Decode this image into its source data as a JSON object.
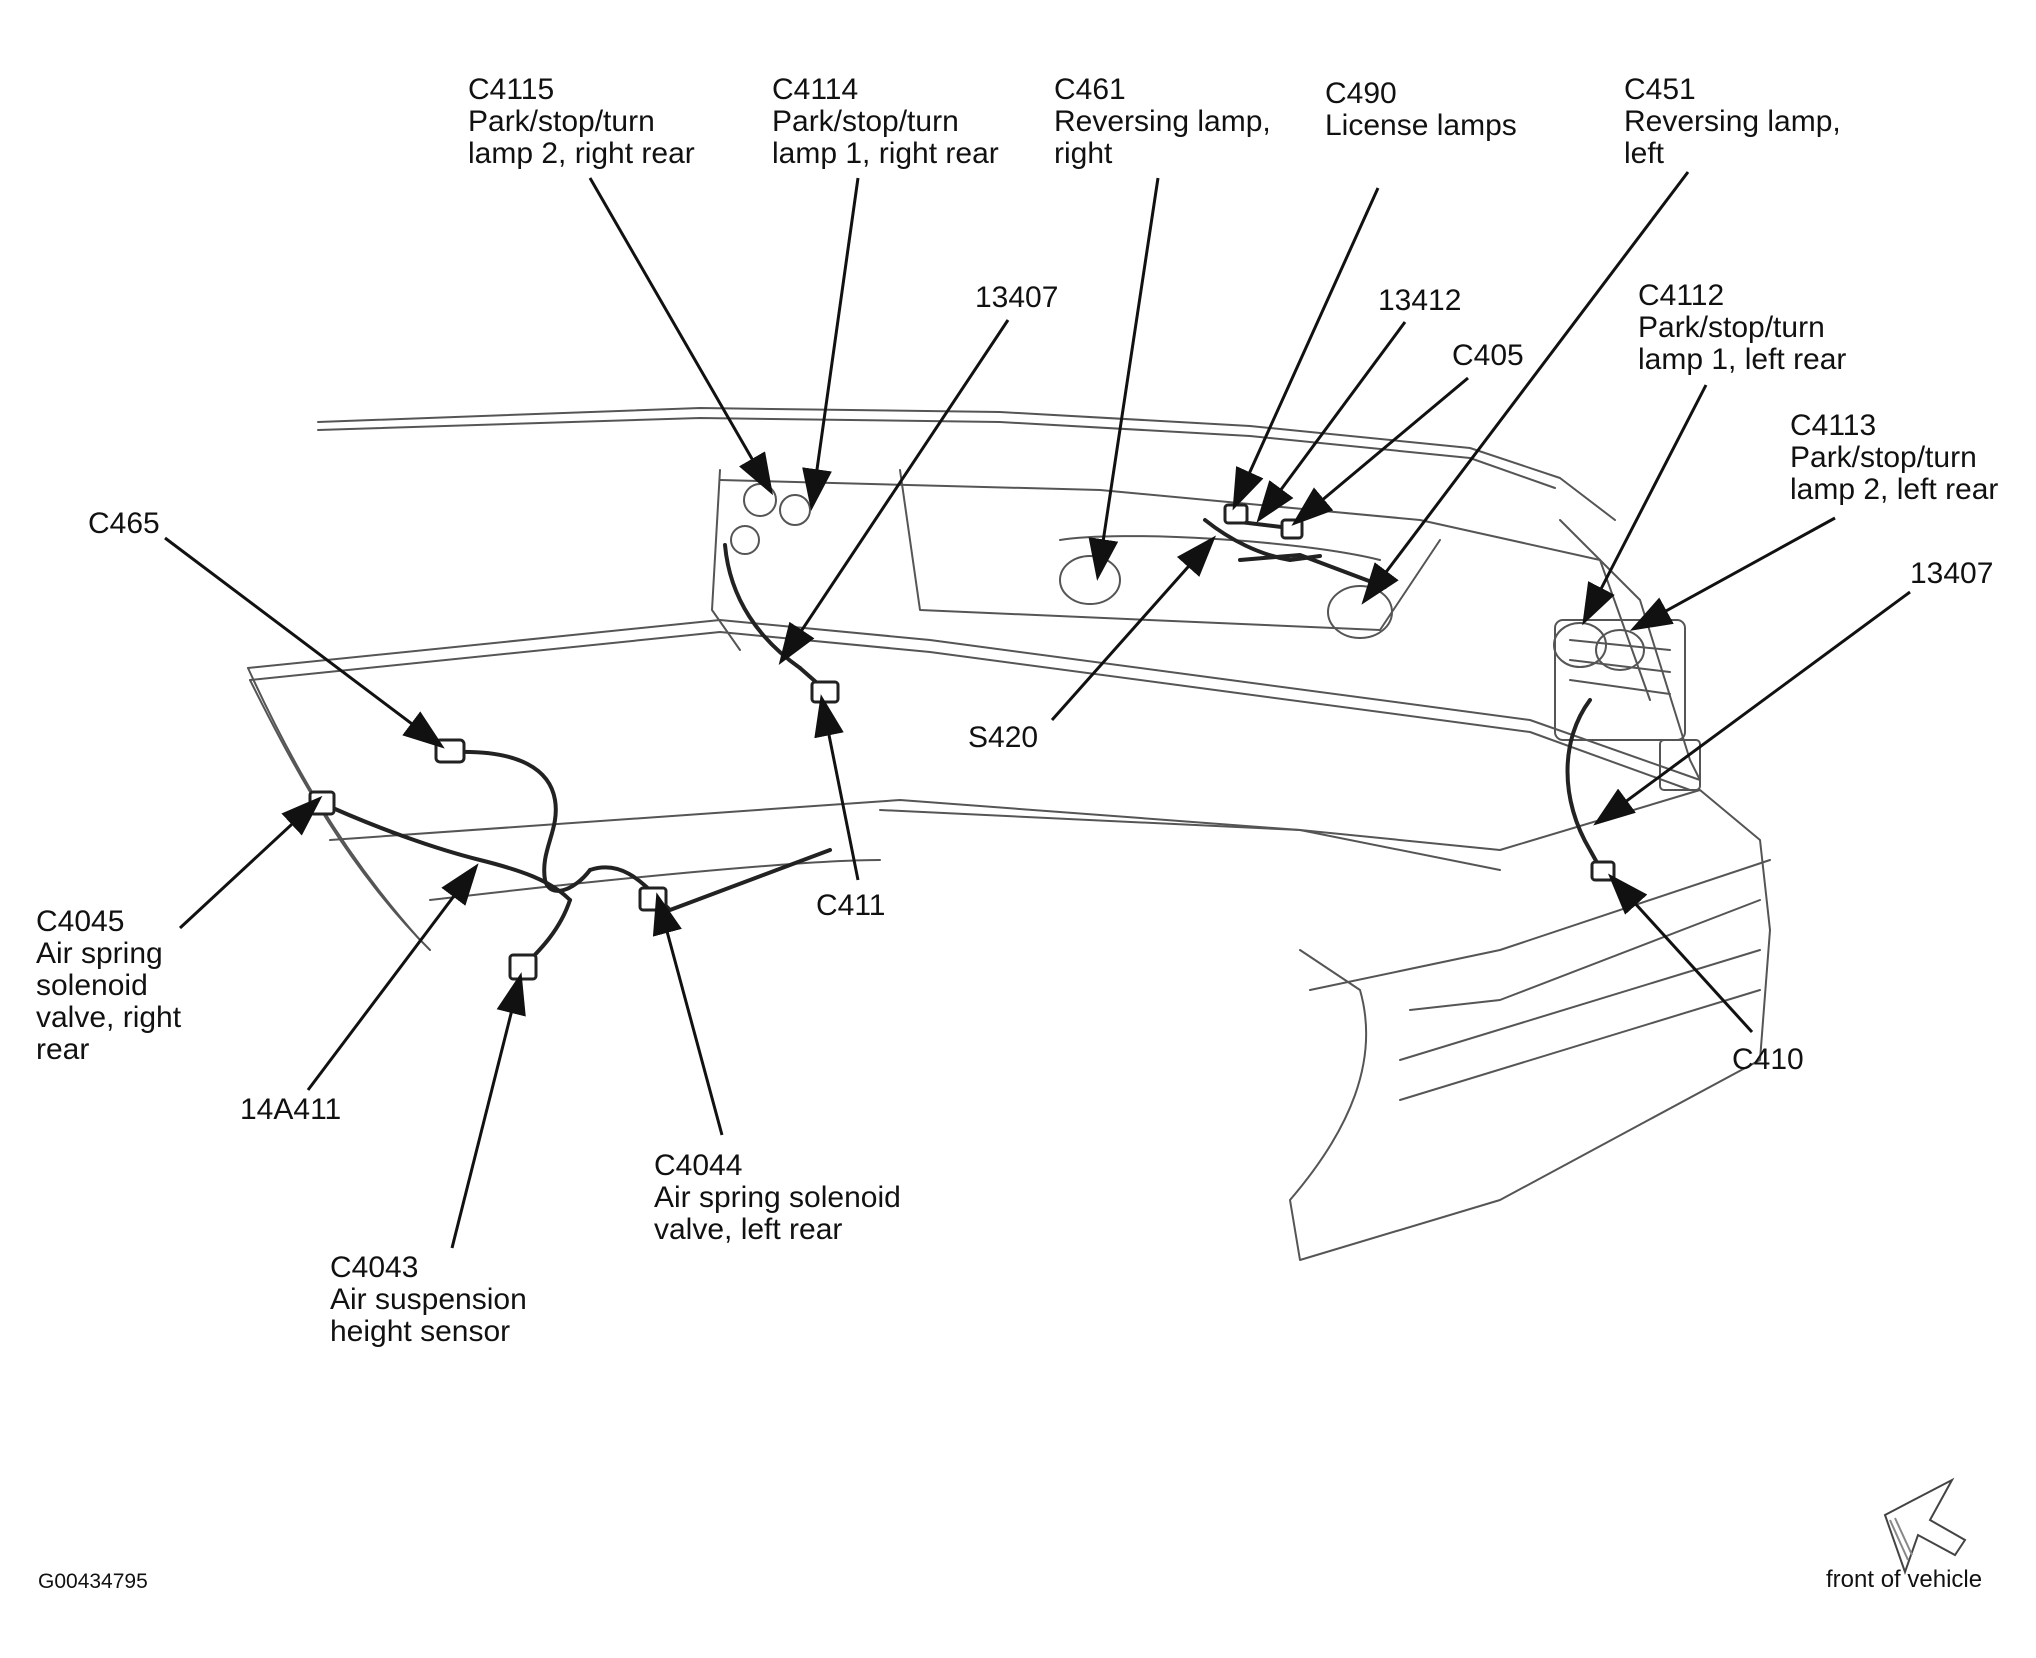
{
  "callouts": [
    {
      "id": "c4115",
      "lines": [
        "C4115",
        "Park/stop/turn",
        "lamp 2, right rear"
      ]
    },
    {
      "id": "c4114",
      "lines": [
        "C4114",
        "Park/stop/turn",
        "lamp 1, right rear"
      ]
    },
    {
      "id": "c461",
      "lines": [
        "C461",
        "Reversing lamp,",
        "right"
      ]
    },
    {
      "id": "c490",
      "lines": [
        "C490",
        "License lamps"
      ]
    },
    {
      "id": "c451",
      "lines": [
        "C451",
        "Reversing lamp,",
        "left"
      ]
    },
    {
      "id": "w13407a",
      "lines": [
        "13407"
      ]
    },
    {
      "id": "w13412",
      "lines": [
        "13412"
      ]
    },
    {
      "id": "c405",
      "lines": [
        "C405"
      ]
    },
    {
      "id": "c4112",
      "lines": [
        "C4112",
        "Park/stop/turn",
        "lamp 1, left rear"
      ]
    },
    {
      "id": "c4113",
      "lines": [
        "C4113",
        "Park/stop/turn",
        "lamp 2, left rear"
      ]
    },
    {
      "id": "c465",
      "lines": [
        "C465"
      ]
    },
    {
      "id": "w13407b",
      "lines": [
        "13407"
      ]
    },
    {
      "id": "s420",
      "lines": [
        "S420"
      ]
    },
    {
      "id": "c411",
      "lines": [
        "C411"
      ]
    },
    {
      "id": "c410",
      "lines": [
        "C410"
      ]
    },
    {
      "id": "c4045",
      "lines": [
        "C4045",
        "Air spring",
        "solenoid",
        "valve, right",
        "rear"
      ]
    },
    {
      "id": "w14a411",
      "lines": [
        "14A411"
      ]
    },
    {
      "id": "c4044",
      "lines": [
        "C4044",
        "Air spring solenoid",
        "valve, left rear"
      ]
    },
    {
      "id": "c4043",
      "lines": [
        "C4043",
        "Air suspension",
        "height sensor"
      ]
    }
  ],
  "figure_id": "G00434795",
  "orientation_label": "front of vehicle",
  "colors": {
    "ink": "#111111",
    "line": "#222222",
    "faint": "#9a9a9a"
  }
}
